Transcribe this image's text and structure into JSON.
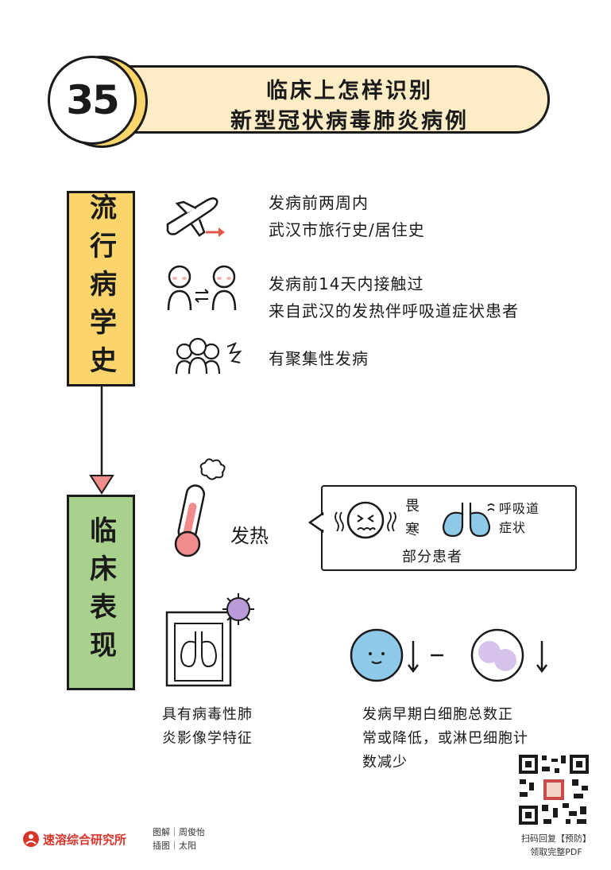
{
  "header": {
    "number": "35",
    "title_line1": "临床上怎样识别",
    "title_line2": "新型冠状病毒肺炎病例"
  },
  "sections": {
    "epidemiology": {
      "label": "流行病学史",
      "items": [
        {
          "icon": "airplane-icon",
          "text_line1": "发病前两周内",
          "text_line2": "武汉市旅行史/居住史"
        },
        {
          "icon": "people-contact-icon",
          "text_line1": "发病前14天内接触过",
          "text_line2": "来自武汉的发热伴呼吸道症状患者"
        },
        {
          "icon": "crowd-icon",
          "text_line1": "有聚集性发病",
          "text_line2": ""
        }
      ]
    },
    "clinical": {
      "label": "临床表现",
      "fever": "发热",
      "bubble": {
        "chills_line1": "畏",
        "chills_line2": "寒",
        "resp_line1": "呼吸道",
        "resp_line2": "症状",
        "note": "部分患者"
      },
      "xray_caption_line1": "具有病毒性肺",
      "xray_caption_line2": "炎影像学特征",
      "blood_caption_line1": "发病早期白细胞总数正",
      "blood_caption_line2": "常或降低，或淋巴细胞计",
      "blood_caption_line3": "数减少"
    }
  },
  "footer": {
    "logo": "速溶综合研究所",
    "credit_line1": "图解｜周俊怡",
    "credit_line2": "插图｜太阳",
    "qr_line1": "扫码回复【预防】",
    "qr_line2": "领取完整PDF"
  },
  "colors": {
    "yellow": "#fbd56c",
    "green": "#a9d18e",
    "pink_arrow": "#f08c8c",
    "title_bg": "#fdedc6",
    "lung_blue": "#8ec9e8",
    "virus_purple": "#b99ad9"
  }
}
